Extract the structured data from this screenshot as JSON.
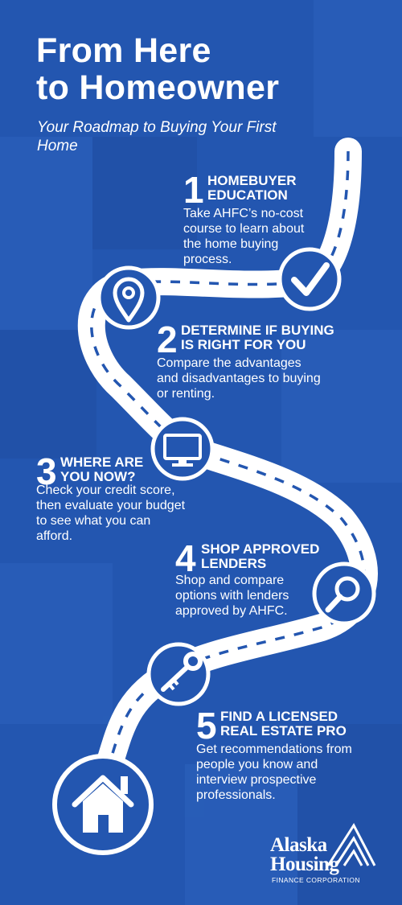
{
  "header": {
    "title_line1": "From Here",
    "title_line2": "to Homeowner",
    "subtitle": "Your Roadmap to Buying Your First Home"
  },
  "steps": [
    {
      "number": "1",
      "title_line1": "HOMEBUYER",
      "title_line2": "EDUCATION",
      "description": "Take AHFC’s no-cost course to learn about the home buying process.",
      "icon": "checkmark-icon"
    },
    {
      "number": "2",
      "title_line1": "DETERMINE IF BUYING",
      "title_line2": "IS RIGHT FOR YOU",
      "description": "Compare the advantages and disadvantages to buying or renting.",
      "icon": "location-pin-icon"
    },
    {
      "number": "3",
      "title_line1": "WHERE ARE",
      "title_line2": "YOU NOW?",
      "description": "Check your credit score, then evaluate your budget to see what you can afford.",
      "icon": "computer-monitor-icon"
    },
    {
      "number": "4",
      "title_line1": "SHOP APPROVED",
      "title_line2": "LENDERS",
      "description": "Shop and compare options with lenders approved by AHFC.",
      "icon": "magnifying-glass-icon"
    },
    {
      "number": "5",
      "title_line1": "FIND A LICENSED",
      "title_line2": "REAL ESTATE PRO",
      "description": "Get recommendations from people you know and interview prospective professionals.",
      "icon": "key-icon"
    }
  ],
  "final_icon": "house-icon",
  "logo": {
    "name_line1": "Alaska",
    "name_line2": "Housing",
    "tagline": "FINANCE CORPORATION"
  },
  "colors": {
    "background": "#2356b0",
    "road": "#ffffff",
    "road_dash": "#2356b0",
    "text": "#ffffff"
  }
}
